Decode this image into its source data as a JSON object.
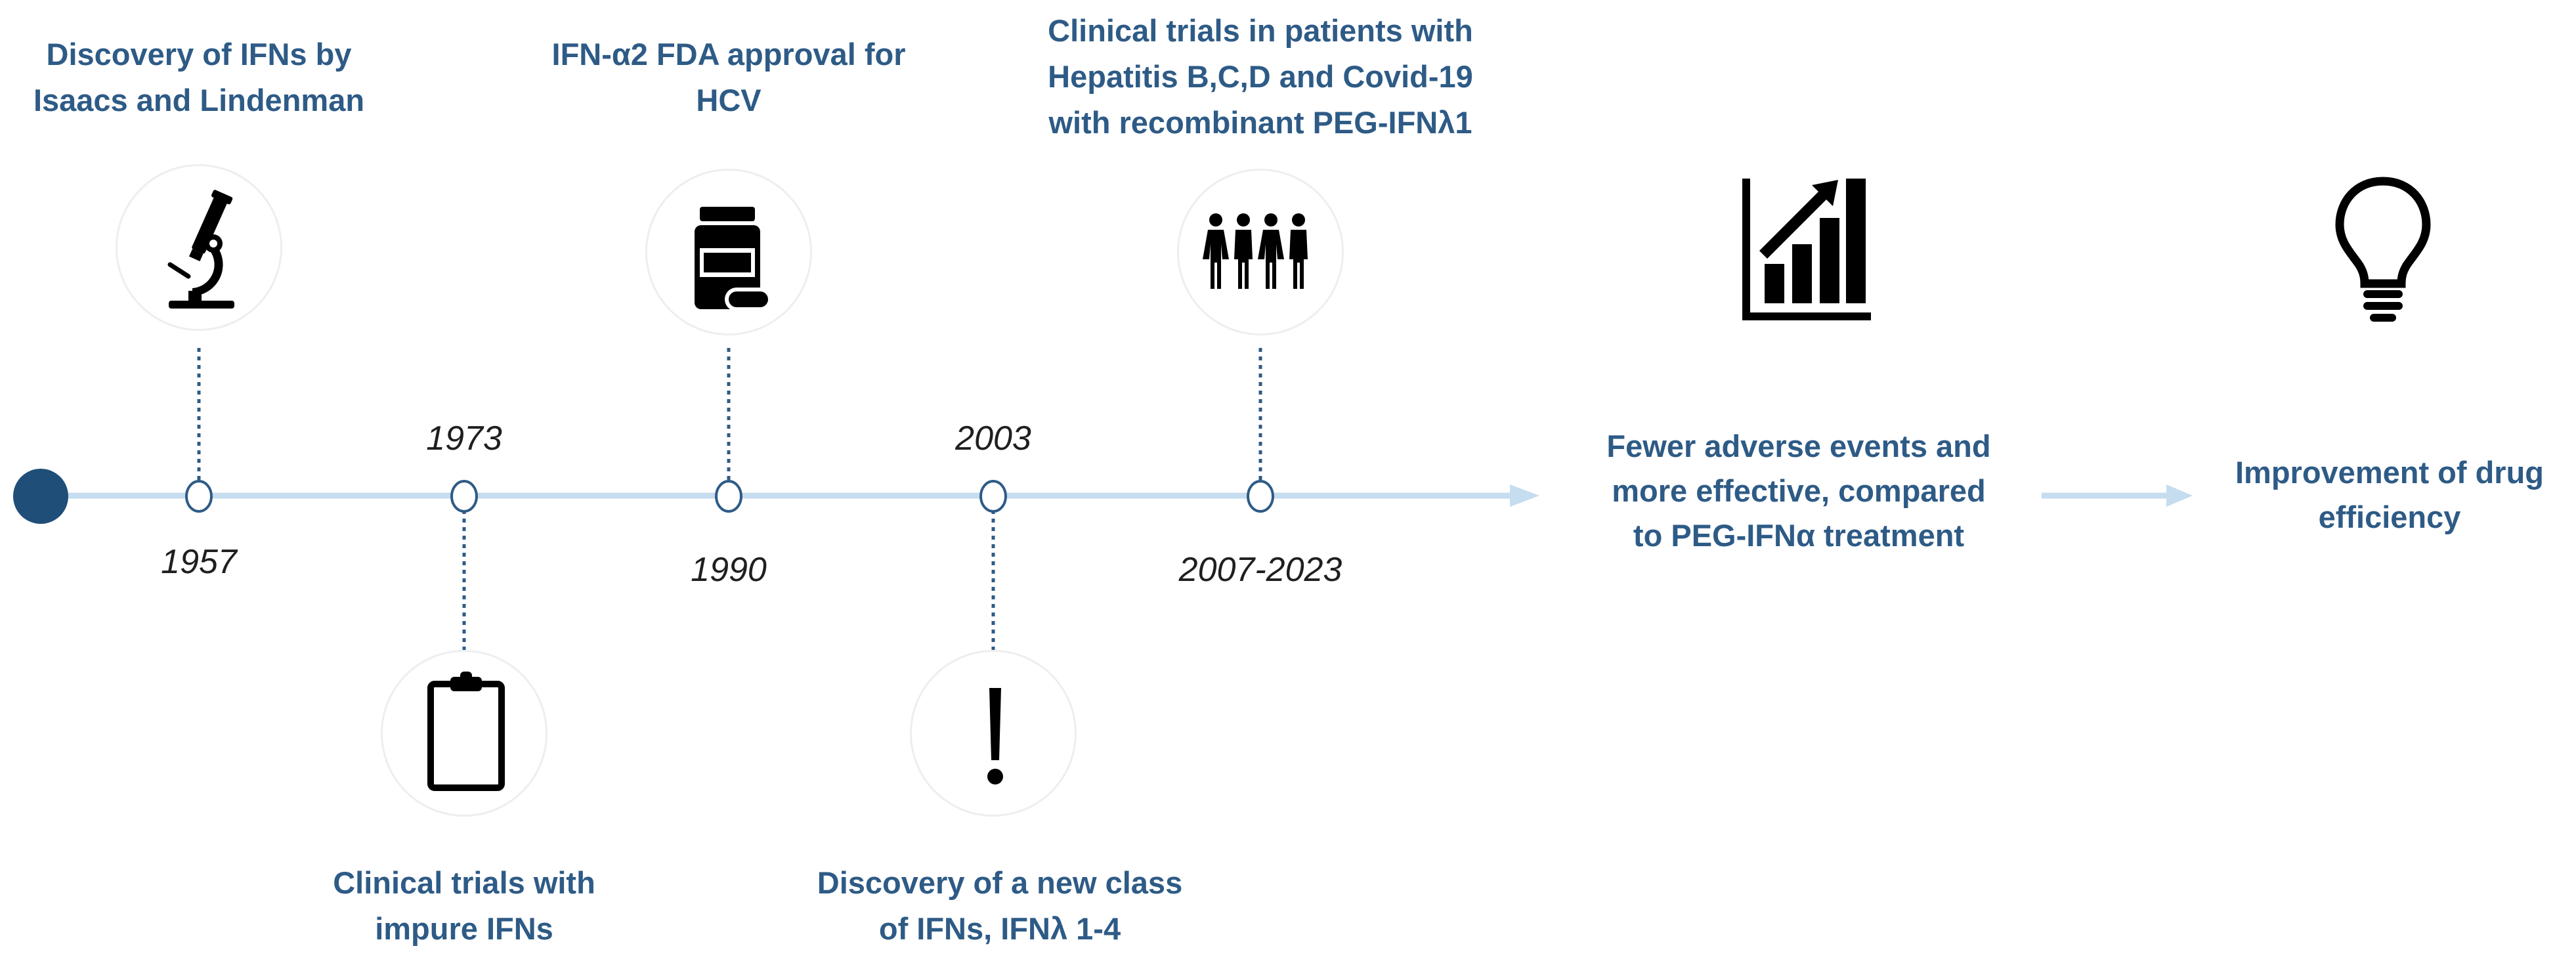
{
  "timeline": {
    "events": [
      {
        "year": "1957",
        "title_lines": [
          "Discovery of IFNs by",
          "Isaacs and Lindenman"
        ],
        "icon": "microscope-icon"
      },
      {
        "year": "1973",
        "title_lines": [
          "Clinical trials with",
          "impure IFNs"
        ],
        "icon": "clipboard-icon"
      },
      {
        "year": "1990",
        "title_lines": [
          "IFN-α2 FDA approval for",
          "HCV"
        ],
        "icon": "medicine-bottle-icon"
      },
      {
        "year": "2003",
        "title_lines": [
          "Discovery of a new class",
          "of IFNs, IFNλ 1-4"
        ],
        "icon": "exclamation-icon"
      },
      {
        "year": "2007-2023",
        "title_lines": [
          "Clinical trials in patients with",
          "Hepatitis B,C,D and Covid-19",
          "with recombinant PEG-IFNλ1"
        ],
        "icon": "people-group-icon"
      }
    ]
  },
  "outcomes": [
    {
      "lines": [
        "Fewer adverse events and",
        "more effective, compared",
        "to PEG-IFNα treatment"
      ],
      "icon": "growth-chart-icon"
    },
    {
      "lines": [
        "Improvement of drug",
        "efficiency"
      ],
      "icon": "lightbulb-icon"
    }
  ],
  "colors": {
    "title_text": "#2e5b86",
    "year_text": "#1f1f1f",
    "timeline_line": "#c6dcef",
    "start_dot": "#1f4e79",
    "connector": "#2e5b86",
    "icon": "#000000"
  }
}
